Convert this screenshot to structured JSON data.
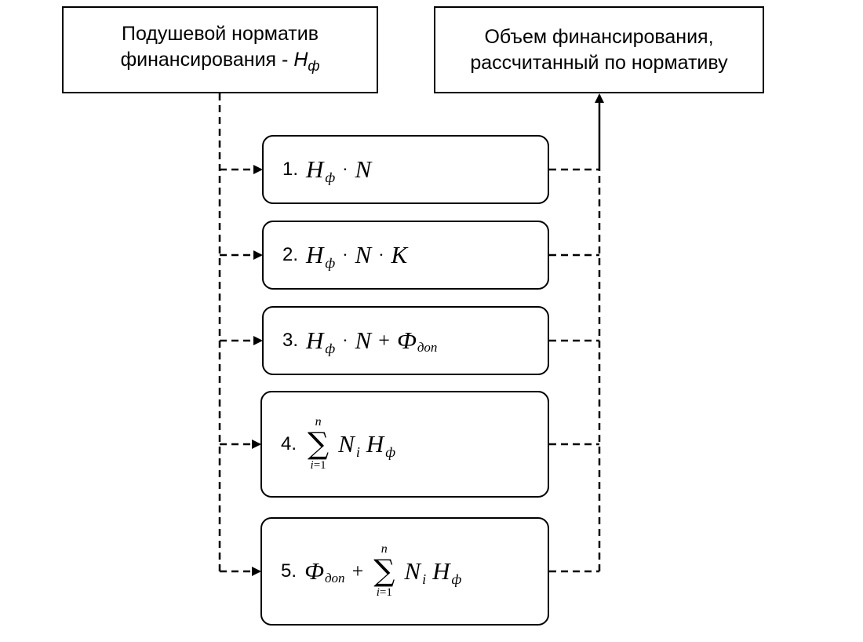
{
  "left_box": {
    "line1": "Подушевой норматив",
    "line2_prefix": "финансирования - ",
    "line2_symbol": "H",
    "line2_sub": "ф"
  },
  "right_box": {
    "line1": "Объем финансирования,",
    "line2": "рассчитанный по нормативу"
  },
  "formulas": [
    {
      "num": "1.",
      "H": "H",
      "f": "ф",
      "dot": "·",
      "N": "N"
    },
    {
      "num": "2.",
      "H": "H",
      "f": "ф",
      "dot1": "·",
      "N": "N",
      "dot2": "·",
      "K": "K"
    },
    {
      "num": "3.",
      "H": "H",
      "f": "ф",
      "dot": "·",
      "N": "N",
      "plus": "+",
      "Phi": "Ф",
      "dop": "доп"
    },
    {
      "num": "4.",
      "sum_top": "n",
      "sum_sym": "∑",
      "sum_i": "i",
      "sum_eq": "=",
      "sum_one": "1",
      "N": "N",
      "i": "i",
      "H": "H",
      "f": "ф"
    },
    {
      "num": "5.",
      "Phi": "Ф",
      "dop": "доп",
      "plus": "+",
      "sum_top": "n",
      "sum_sym": "∑",
      "sum_i": "i",
      "sum_eq": "=",
      "sum_one": "1",
      "N": "N",
      "i": "i",
      "H": "H",
      "f": "ф"
    }
  ]
}
